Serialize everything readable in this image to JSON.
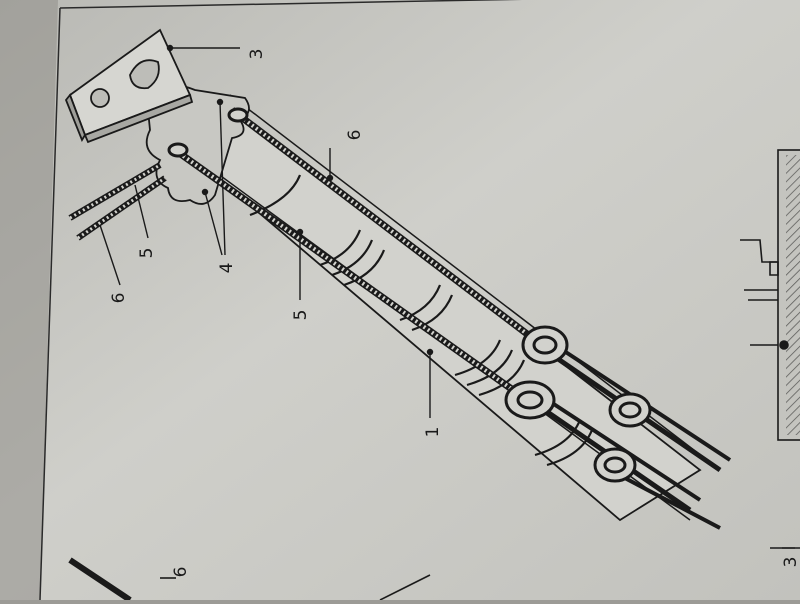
{
  "diagram": {
    "labels": {
      "part_1": "1",
      "part_3": "3",
      "part_3_edge": "3",
      "part_4": "4",
      "part_5_upper": "5",
      "part_5_lower": "5",
      "part_6_upper": "6",
      "part_6_left": "6",
      "part_6_bottom": "6"
    },
    "colors": {
      "paper": "#c9c9c4",
      "paper_shadow": "#9c9b96",
      "ink": "#1a1a1a",
      "page_edge": "#f2f2ee"
    }
  }
}
